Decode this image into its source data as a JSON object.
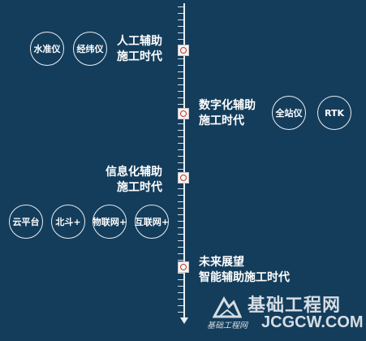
{
  "eras": [
    {
      "title_line1": "人工辅助",
      "title_line2": "施工时代"
    },
    {
      "title_line1": "数字化辅助",
      "title_line2": "施工时代"
    },
    {
      "title_line1": "信息化辅助",
      "title_line2": "施工时代"
    },
    {
      "title_line1": "未来展望",
      "title_line2": "智能辅助施工时代"
    }
  ],
  "tools": {
    "manual": [
      "水准仪",
      "经纬仪"
    ],
    "digital": [
      "全站仪",
      "RTK"
    ],
    "info": [
      "云平台",
      "北斗+",
      "物联网+",
      "互联网+"
    ]
  },
  "watermark": {
    "site_name_cn": "基础工程网",
    "small_text": "基础工程网",
    "url": "JCGCW.COM"
  },
  "colors": {
    "background": "#143d5c",
    "line": "#e8eef3",
    "marker_accent": "#c0392b"
  }
}
